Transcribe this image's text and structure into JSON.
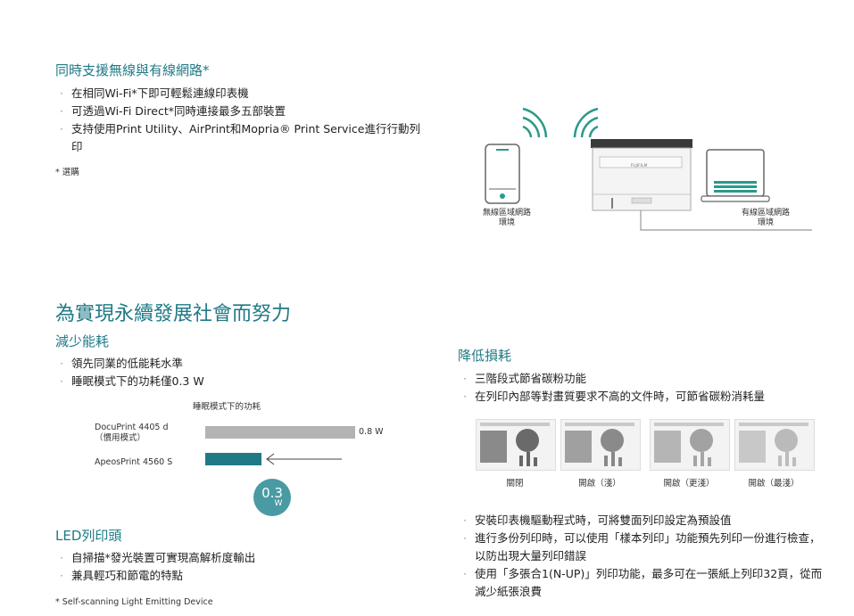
{
  "wireless": {
    "title": "同時支援無線與有線網路*",
    "items": [
      "在相同Wi-Fi*下即可輕鬆連線印表機",
      "可透過Wi-Fi Direct*同時連接最多五部裝置",
      "支持使用Print Utility、AirPrint和Mopria® Print Service進行行動列印"
    ],
    "note": "* 選購",
    "diagram": {
      "wireless_label_1": "無線區域網路",
      "wireless_label_2": "環境",
      "wired_label_1": "有線區域網路",
      "wired_label_2": "環境",
      "printer_brand": "FUJIFILM"
    }
  },
  "sustain": {
    "title": "為實現永續發展社會而努力"
  },
  "energy": {
    "title": "減少能耗",
    "items": [
      "領先同業的低能耗水準",
      "睡眠模式下的功耗僅0.3 W"
    ]
  },
  "chart_data": {
    "type": "bar",
    "title": "睡眠模式下的功耗",
    "categories": [
      "DocuPrint 4405 d（慣用模式）",
      "ApeosPrint 4560 S"
    ],
    "category_line1": [
      "DocuPrint 4405 d",
      "ApeosPrint 4560 S"
    ],
    "category_line2": [
      "（慣用模式）",
      ""
    ],
    "values": [
      0.8,
      0.3
    ],
    "value_labels": [
      "0.8 W",
      ""
    ],
    "colors": [
      "#b3b3b3",
      "#1f7a86"
    ],
    "xlim": [
      0,
      0.8
    ],
    "badge_value": "0.3",
    "badge_unit": "W"
  },
  "led": {
    "title": "LED列印頭",
    "items": [
      "自掃描*發光裝置可實現高解析度輸出",
      "兼具輕巧和節電的特點"
    ],
    "note": "* Self-scanning Light Emitting Device"
  },
  "loss": {
    "title": "降低損耗",
    "items_top": [
      "三階段式節省碳粉功能",
      "在列印內部等對畫質要求不高的文件時，可節省碳粉消耗量"
    ],
    "thumbs": [
      "關閉",
      "開啟（淺）",
      "開啟（更淺）",
      "開啟（最淺）"
    ],
    "items_bottom": [
      "安裝印表機驅動程式時，可將雙面列印設定為預設值",
      "進行多份列印時，可以使用「樣本列印」功能預先列印一份進行檢查，以防出現大量列印錯誤",
      "使用「多張合1(N-UP)」列印功能，最多可在一張紙上列印32頁，從而減少紙張浪費"
    ]
  }
}
